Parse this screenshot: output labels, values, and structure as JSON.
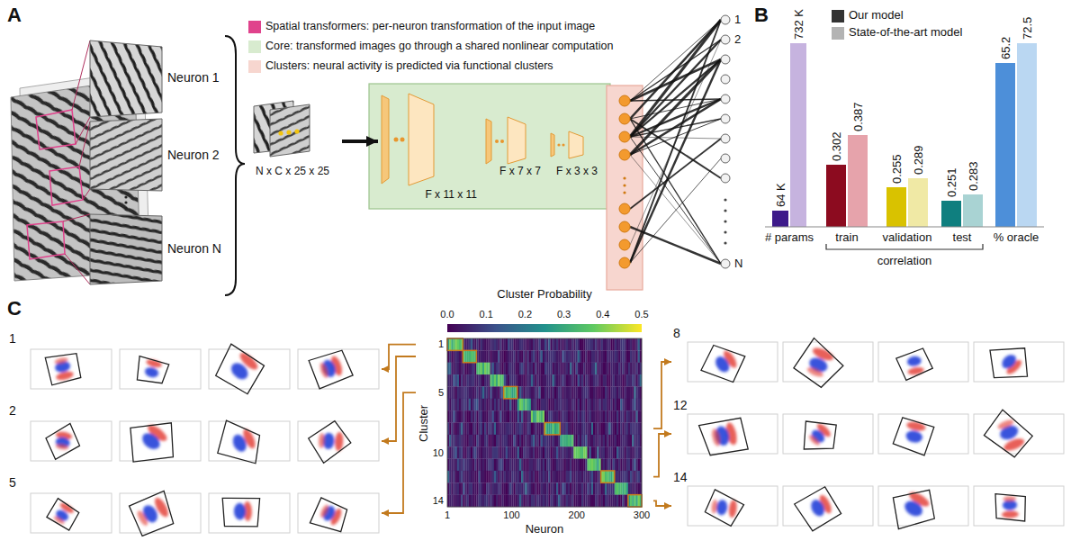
{
  "diagram": {
    "nodes": [
      {
        "text": [
          "N x C x 25 x 25"
        ]
      },
      {
        "text": [
          "F x 11 x 11"
        ]
      },
      {
        "text": [
          "F x 7 x 7"
        ]
      },
      {
        "text": [
          "F x 3 x 3"
        ]
      },
      {
        "text": [
          "1"
        ]
      },
      {
        "text": [
          "2"
        ]
      },
      {
        "text": [
          "5"
        ]
      },
      {
        "text": [
          "Cluster Probability",
          "Cluster",
          "Neuron"
        ]
      },
      {
        "text": [
          "8"
        ]
      },
      {
        "text": [
          "12"
        ]
      },
      {
        "text": [
          "14"
        ]
      }
    ],
    "edges": [
      {
        "from": 0,
        "to": 1,
        "arrow": "to"
      },
      {
        "from": 7,
        "to": 4,
        "arrow": "to"
      },
      {
        "from": 7,
        "to": 5,
        "arrow": "to"
      },
      {
        "from": 7,
        "to": 6,
        "arrow": "to"
      },
      {
        "from": 7,
        "to": 8,
        "arrow": "to"
      },
      {
        "from": 7,
        "to": 9,
        "arrow": "to"
      },
      {
        "from": 7,
        "to": 10,
        "arrow": "to"
      }
    ],
    "labels": [
      "A",
      "Neuron 1",
      "Neuron 2",
      "Neuron N",
      "1",
      "2",
      "N",
      "B",
      "64 K",
      "732 K",
      "0.302",
      "0.387",
      "0.255",
      "0.289",
      "0.251",
      "0.283",
      "65.2",
      "72.5",
      "# params",
      "train",
      "validation",
      "test",
      "% oracle",
      "correlation",
      "C",
      "0.0",
      "0.1",
      "0.2",
      "0.3",
      "0.4",
      "0.5",
      "1",
      "5",
      "10",
      "14",
      "1",
      "100",
      "200",
      "300"
    ],
    "legend": [
      {
        "text": "Spatial transformers: per-neuron transformation of the input image",
        "color": "#e0428c"
      },
      {
        "text": "Core: transformed images go through a shared nonlinear computation",
        "color": "#d8ebcf"
      },
      {
        "text": "Clusters: neural activity is predicted via functional clusters",
        "color": "#f7d6cf"
      },
      {
        "text": "Our model",
        "color": "#333333"
      },
      {
        "text": "State-of-the-art model",
        "color": "#b3b3b3"
      }
    ]
  }
}
